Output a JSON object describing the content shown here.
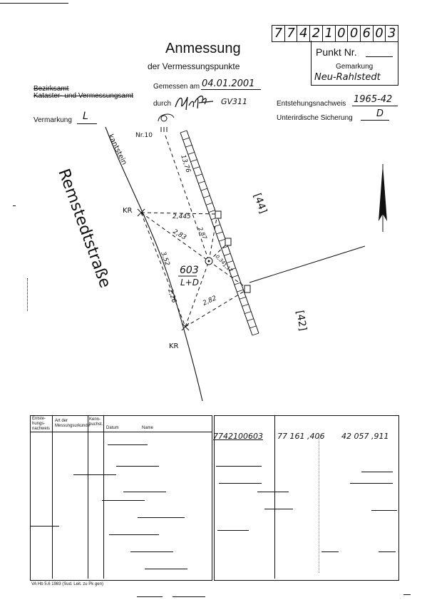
{
  "header": {
    "title": "Anmessung",
    "subtitle": "der Vermessungspunkte",
    "point_number_digits": [
      "7",
      "7",
      "4",
      "2",
      "1",
      "0",
      "0",
      "6",
      "0",
      "3"
    ],
    "punkt_nr_label": "Punkt Nr.",
    "gemarkung_label": "Gemarkung",
    "gemarkung_value": "Neu-Rahlstedt",
    "bezirksamt_label": "Bezirksamt",
    "kataster_label": "Kataster- und Vermessungsamt",
    "gemessen_label": "Gemessen am",
    "gemessen_value": "04.01.2001",
    "durch_label": "durch",
    "durch_value": "GV311",
    "entstehung_label": "Entstehungsnachweis",
    "entstehung_value": "1965-42",
    "vermarkung_label": "Vermarkung",
    "vermarkung_value": "L",
    "sicherung_label": "Unterirdische Sicherung",
    "sicherung_value": "D"
  },
  "sketch": {
    "street_name": "Remstedtstraße",
    "curb_label": "kantstein",
    "point_nr10": "Nr.10",
    "kr_label_top": "KR",
    "kr_label_bottom": "KR",
    "point_label": "603",
    "point_marking": "L+D",
    "parcel_44": "[44]",
    "parcel_42": "[42]",
    "dist_1": "13,76",
    "dist_2": "2,445",
    "dist_3": "2,83",
    "dist_4": "3,52",
    "dist_5": "2,87",
    "dist_6": "2,82",
    "dist_7": "2,26",
    "dist_8": "0,34",
    "dist_9": "1,17"
  },
  "table": {
    "col1": "Entste-hungs-nachweis",
    "col2": "Art der Messungsurkunde",
    "col3": "Kenn-buchst.",
    "col4": "Datum",
    "col5": "Name",
    "point_id": "7742100603",
    "coord_x": "77 161 ,406",
    "coord_y": "42 057 ,911"
  },
  "footer": {
    "form_code": "VA Hb 5.6   1983 (Sud. Leit. zu Pk gen)"
  }
}
